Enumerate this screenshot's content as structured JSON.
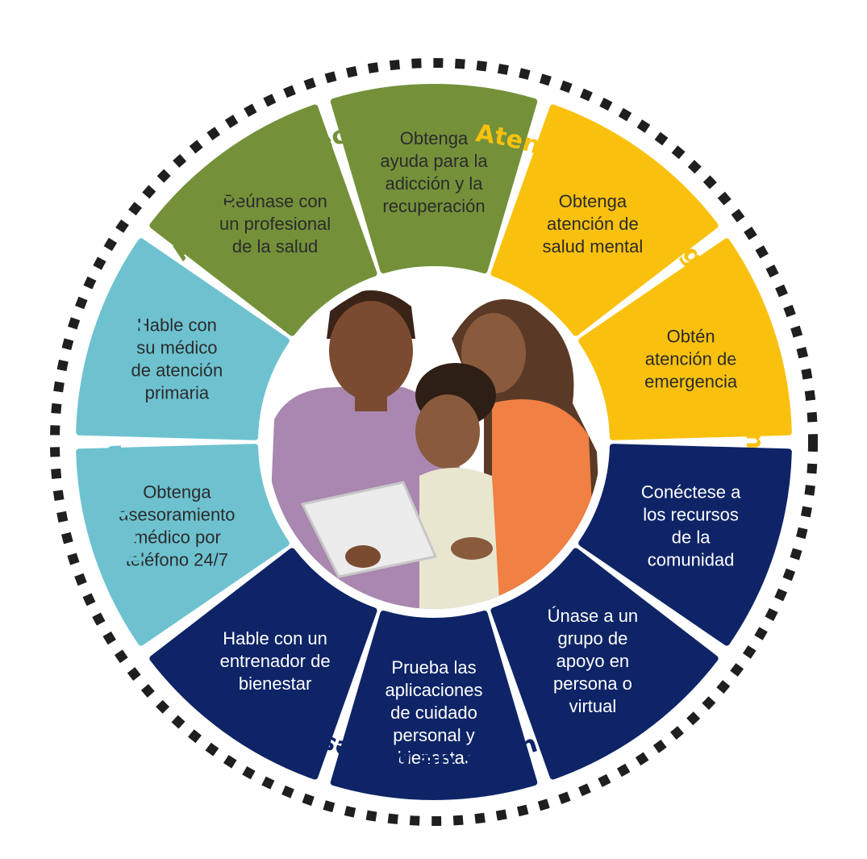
{
  "colors": {
    "especializada": "#74913a",
    "emergencia": "#f9c10e",
    "bienestar": "#0e2467",
    "primaria": "#6ec2d0",
    "dark_text": "#2b2b2b",
    "light_text": "#ffffff",
    "dots": "#1f1f1f"
  },
  "categories": {
    "especializada": "Atención especializada",
    "emergencia": "Atención de emergenciaAtención",
    "bienestar": "Recursos de bienestar",
    "primaria": "Atención primaria"
  },
  "segments": [
    {
      "id": "addiction",
      "group": "especializada",
      "lines": [
        "Obtenga",
        "ayuda para la",
        "adicción y la",
        "recuperación"
      ]
    },
    {
      "id": "mental",
      "group": "emergencia",
      "lines": [
        "Obtenga",
        "atención de",
        "salud mental"
      ]
    },
    {
      "id": "emergency",
      "group": "emergencia",
      "lines": [
        "Obtén",
        "atención de",
        "emergencia"
      ]
    },
    {
      "id": "community",
      "group": "bienestar",
      "lines": [
        "Conéctese a",
        "los recursos",
        "de la",
        "comunidad"
      ]
    },
    {
      "id": "support",
      "group": "bienestar",
      "lines": [
        "Únase a un",
        "grupo de",
        "apoyo en",
        "persona o",
        "virtual"
      ]
    },
    {
      "id": "apps",
      "group": "bienestar",
      "lines": [
        "Prueba las",
        "aplicaciones",
        "de cuidado",
        "personal y",
        "bienestar"
      ]
    },
    {
      "id": "coach",
      "group": "bienestar",
      "lines": [
        "Hable con un",
        "entrenador de",
        "bienestar"
      ]
    },
    {
      "id": "phone",
      "group": "primaria",
      "lines": [
        "Obtenga",
        "asesoramiento",
        "médico por",
        "teléfono 24/7"
      ]
    },
    {
      "id": "doctor",
      "group": "primaria",
      "lines": [
        "Hable con",
        "su médico",
        "de atención",
        "primaria"
      ]
    },
    {
      "id": "professional",
      "group": "especializada",
      "lines": [
        "Reúnase con",
        "un profesional",
        "de la salud"
      ]
    }
  ]
}
